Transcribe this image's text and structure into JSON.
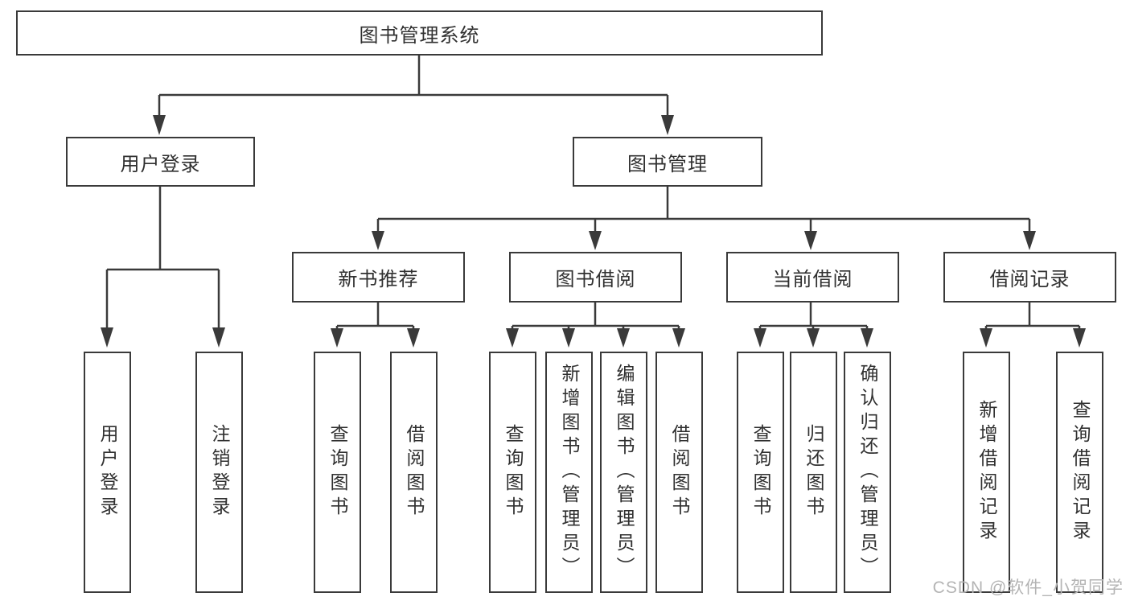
{
  "diagram": {
    "root": "图书管理系统",
    "level2": {
      "user_login": "用户登录",
      "book_management": "图书管理"
    },
    "level3": {
      "new_books": "新书推荐",
      "borrow": "图书借阅",
      "current": "当前借阅",
      "records": "借阅记录"
    },
    "leaves": {
      "user_login_1": "用户登录",
      "user_login_2": "注销登录",
      "new_books_1": "查询图书",
      "new_books_2": "借阅图书",
      "borrow_1": "查询图书",
      "borrow_2": "新增图书（管理员）",
      "borrow_3": "编辑图书（管理员）",
      "borrow_4": "借阅图书",
      "current_1": "查询图书",
      "current_2": "归还图书",
      "current_3": "确认归还（管理员）",
      "records_1": "新增借阅记录",
      "records_2": "查询借阅记录"
    }
  },
  "colors": {
    "line": "#3a3a3a",
    "text": "#303030",
    "background": "#ffffff",
    "watermark": "#b4b4b4"
  },
  "watermark": "CSDN @软件_小贺同学"
}
